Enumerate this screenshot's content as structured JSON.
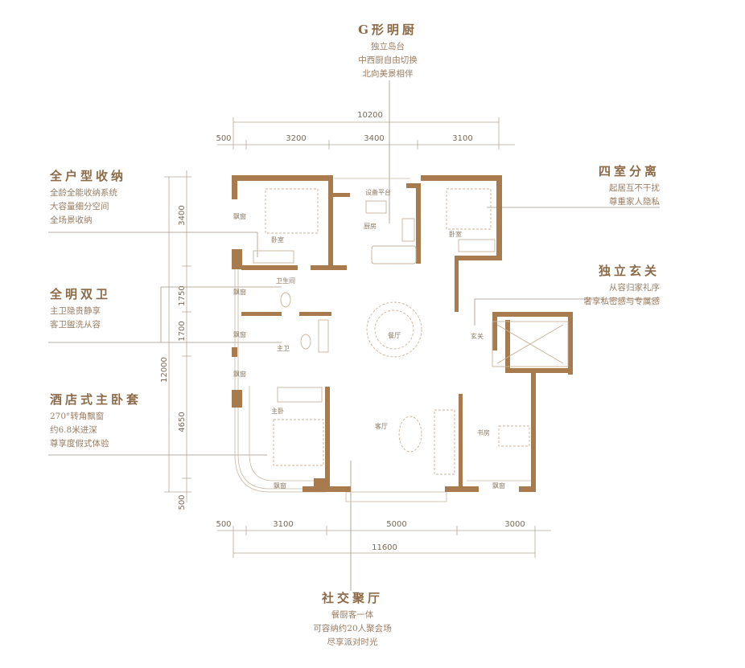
{
  "colors": {
    "wall": "#a87b4f",
    "line": "#b5a896",
    "text": "#8c6a48"
  },
  "callouts": {
    "kitchen": {
      "title": "G形明厨",
      "lines": [
        "独立岛台",
        "中西厨自由切换",
        "北向美景相伴"
      ]
    },
    "storage": {
      "title": "全户型收纳",
      "lines": [
        "全龄全能收纳系统",
        "大容量细分空间",
        "全场景收纳"
      ]
    },
    "bath": {
      "title": "全明双卫",
      "lines": [
        "主卫隐贵静享",
        "客卫盥洗从容"
      ]
    },
    "master": {
      "title": "酒店式主卧套",
      "lines": [
        "270°转角飘窗",
        "约6.8米进深",
        "尊享度假式体验"
      ]
    },
    "rooms4": {
      "title": "四室分离",
      "lines": [
        "起居互不干扰",
        "尊重家人隐私"
      ]
    },
    "foyer": {
      "title": "独立玄关",
      "lines": [
        "从容归家礼序",
        "奢享私密感与专属感"
      ]
    },
    "social": {
      "title": "社交聚厅",
      "lines": [
        "餐厨客一体",
        "可容纳约20人聚会场",
        "尽享派对时光"
      ]
    }
  },
  "dimensions": {
    "top_total": "10200",
    "top": [
      "500",
      "3200",
      "3400",
      "3100"
    ],
    "bottom_total": "11600",
    "bottom": [
      "500",
      "3100",
      "5000",
      "3000"
    ],
    "left_total": "12000",
    "left": [
      "3400",
      "1750",
      "1700",
      "4650",
      "500"
    ]
  },
  "rooms": {
    "bedroom1": "卧室",
    "kitchen": "厨房",
    "bedroom2": "卧室",
    "guest_bath": "卫生间",
    "dining": "餐厅",
    "foyer": "玄关",
    "master_bath": "主卫",
    "master_bedroom": "主卧",
    "living": "客厅",
    "study": "书房",
    "equipment": "设备平台",
    "bay_window": "飘窗"
  }
}
